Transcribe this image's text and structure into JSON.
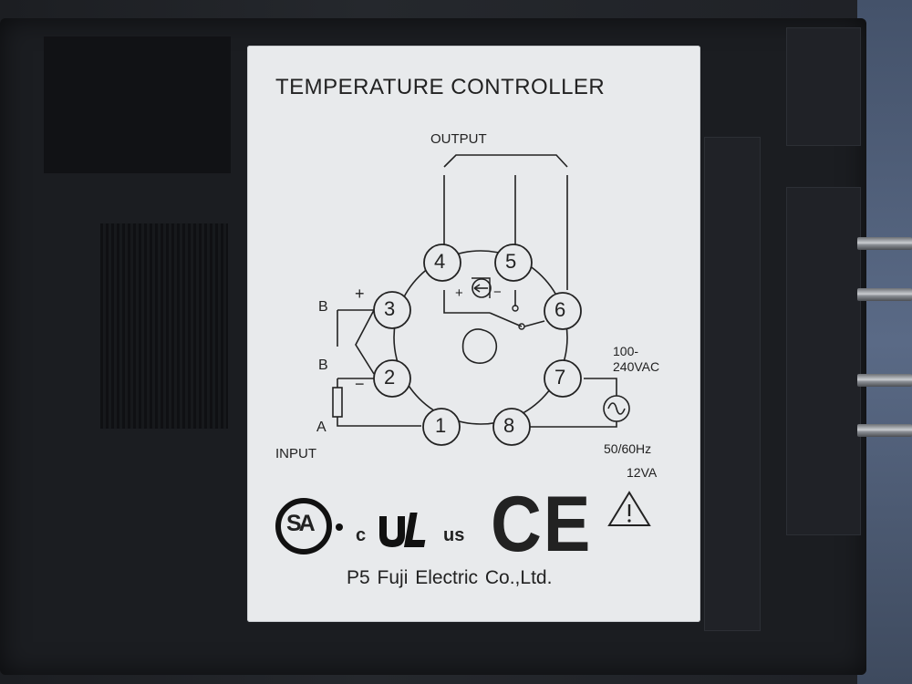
{
  "label": {
    "title": "TEMPERATURE CONTROLLER",
    "output_label": "OUTPUT",
    "input_label": "INPUT",
    "terminals": [
      "1",
      "2",
      "3",
      "4",
      "5",
      "6",
      "7",
      "8"
    ],
    "input_markers": {
      "b_upper": "B",
      "b_lower": "B",
      "a": "A",
      "plus": "+",
      "minus": "−"
    },
    "relay_signs": {
      "plus": "+",
      "minus": "−"
    },
    "power_voltage": [
      "100-",
      "240VAC"
    ],
    "power_freq": "50/60Hz",
    "power_rating": "12VA",
    "footer": "P5  Fuji Electric Co.,Ltd.",
    "certifications": {
      "csa": "SA",
      "ul_prefix": "c",
      "ul_suffix": "us",
      "ce": "CE"
    }
  }
}
